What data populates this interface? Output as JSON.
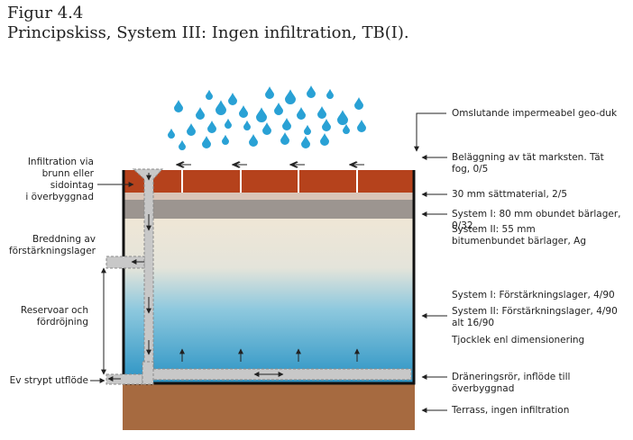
{
  "figure": {
    "number": "Figur 4.4",
    "caption": "Principskiss, System III: Ingen infiltration, TB(I)."
  },
  "labels_left": {
    "infiltration": [
      "Infiltration via",
      "brunn eller",
      "sidointag",
      "i överbyggnad"
    ],
    "breddning": [
      "Breddning av",
      "förstärkningslager"
    ],
    "reservoar": [
      "Reservoar och",
      "fördröjning"
    ],
    "utflode": [
      "Ev strypt utflöde"
    ]
  },
  "labels_right": {
    "geoduk": "Omslutande impermeabel geo-duk",
    "belaggning": "Beläggning av tät marksten. Tät fog, 0/5",
    "sattmaterial": "30 mm sättmaterial, 2/5",
    "barlager_1": "System I: 80 mm obundet bärlager, 0/32",
    "barlager_2": "System II: 55 mm bitumenbundet bärlager, Ag",
    "forstarkning_1": "System I: Förstärkningslager, 4/90",
    "forstarkning_2": "System II: Förstärkningslager, 4/90 alt 16/90",
    "tjocklek": "Tjocklek enl dimensionering",
    "dranering": "Dräneringsrör, inflöde till överbyggnad",
    "terrass": "Terrass, ingen infiltration"
  },
  "colors": {
    "pavers": "#b5421c",
    "bedding": "#d9c5b8",
    "base": "#9c9590",
    "subbase_top": "#efe6d6",
    "water": "#2a93c4",
    "soil": "#a66a40",
    "pipe": "#c8c8c8",
    "rain": "#29a1d5"
  }
}
